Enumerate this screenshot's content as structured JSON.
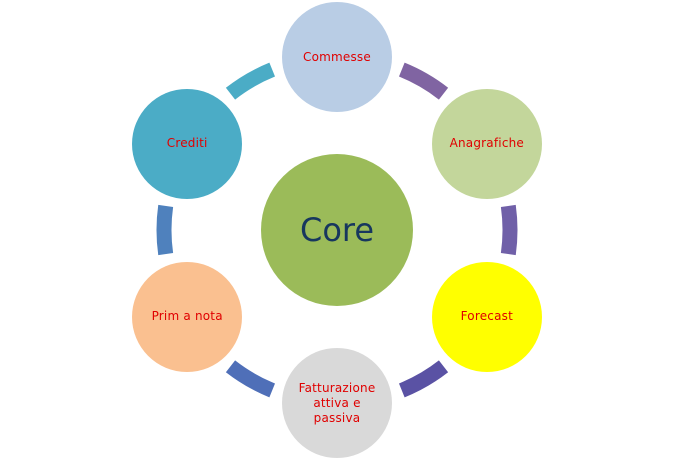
{
  "core": {
    "label": "Core",
    "fill": "#9bbb59",
    "text_color": "#17375e"
  },
  "label_color": "#e00000",
  "nodes": [
    {
      "label": "Commesse",
      "fill": "#b9cde5"
    },
    {
      "label": "Anagrafiche",
      "fill": "#c3d69b"
    },
    {
      "label": "Forecast",
      "fill": "#ffff00"
    },
    {
      "label": "Fatturazione attiva e passiva",
      "fill": "#d9d9d9"
    },
    {
      "label": "Prim a nota",
      "fill": "#fac090"
    },
    {
      "label": "Crediti",
      "fill": "#4bacc6"
    }
  ],
  "connectors": [
    {
      "color": "#8064a2"
    },
    {
      "color": "#7060a8"
    },
    {
      "color": "#5a52a4"
    },
    {
      "color": "#4f6fb8"
    },
    {
      "color": "#4f81bd"
    },
    {
      "color": "#4bacc6"
    }
  ]
}
